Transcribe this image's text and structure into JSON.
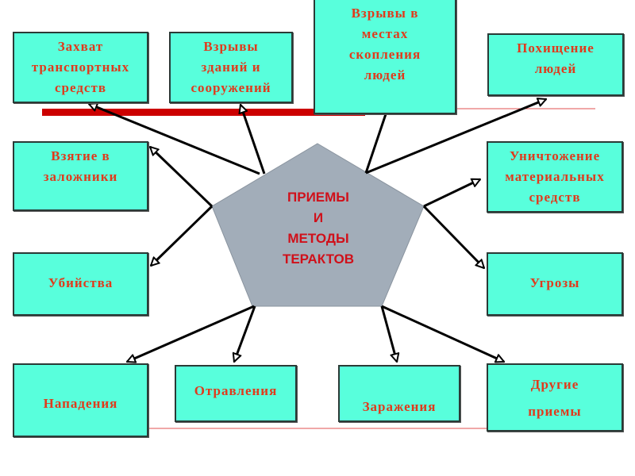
{
  "center": {
    "title": "ПРИЕМЫ\nИ\nМЕТОДЫ\nТЕРАКТОВ"
  },
  "methods": [
    "Захват\nтранспортных\nсредств",
    "Взрывы\nзданий и\nсооружений",
    "Взрывы в\nместах\nскопления\nлюдей",
    "Похищение\nлюдей",
    "Взятие в\nзаложники",
    "Уничтожение\nматериальных\nсредств",
    "Убийства",
    "Угрозы",
    "Нападения",
    "Отравления",
    "Заражения",
    "Другие\nприемы"
  ],
  "colors": {
    "box_fill": "#58ffdc",
    "text": "#e03a1c",
    "pentagon": "#a2adb9",
    "bar": "#cc0000"
  }
}
